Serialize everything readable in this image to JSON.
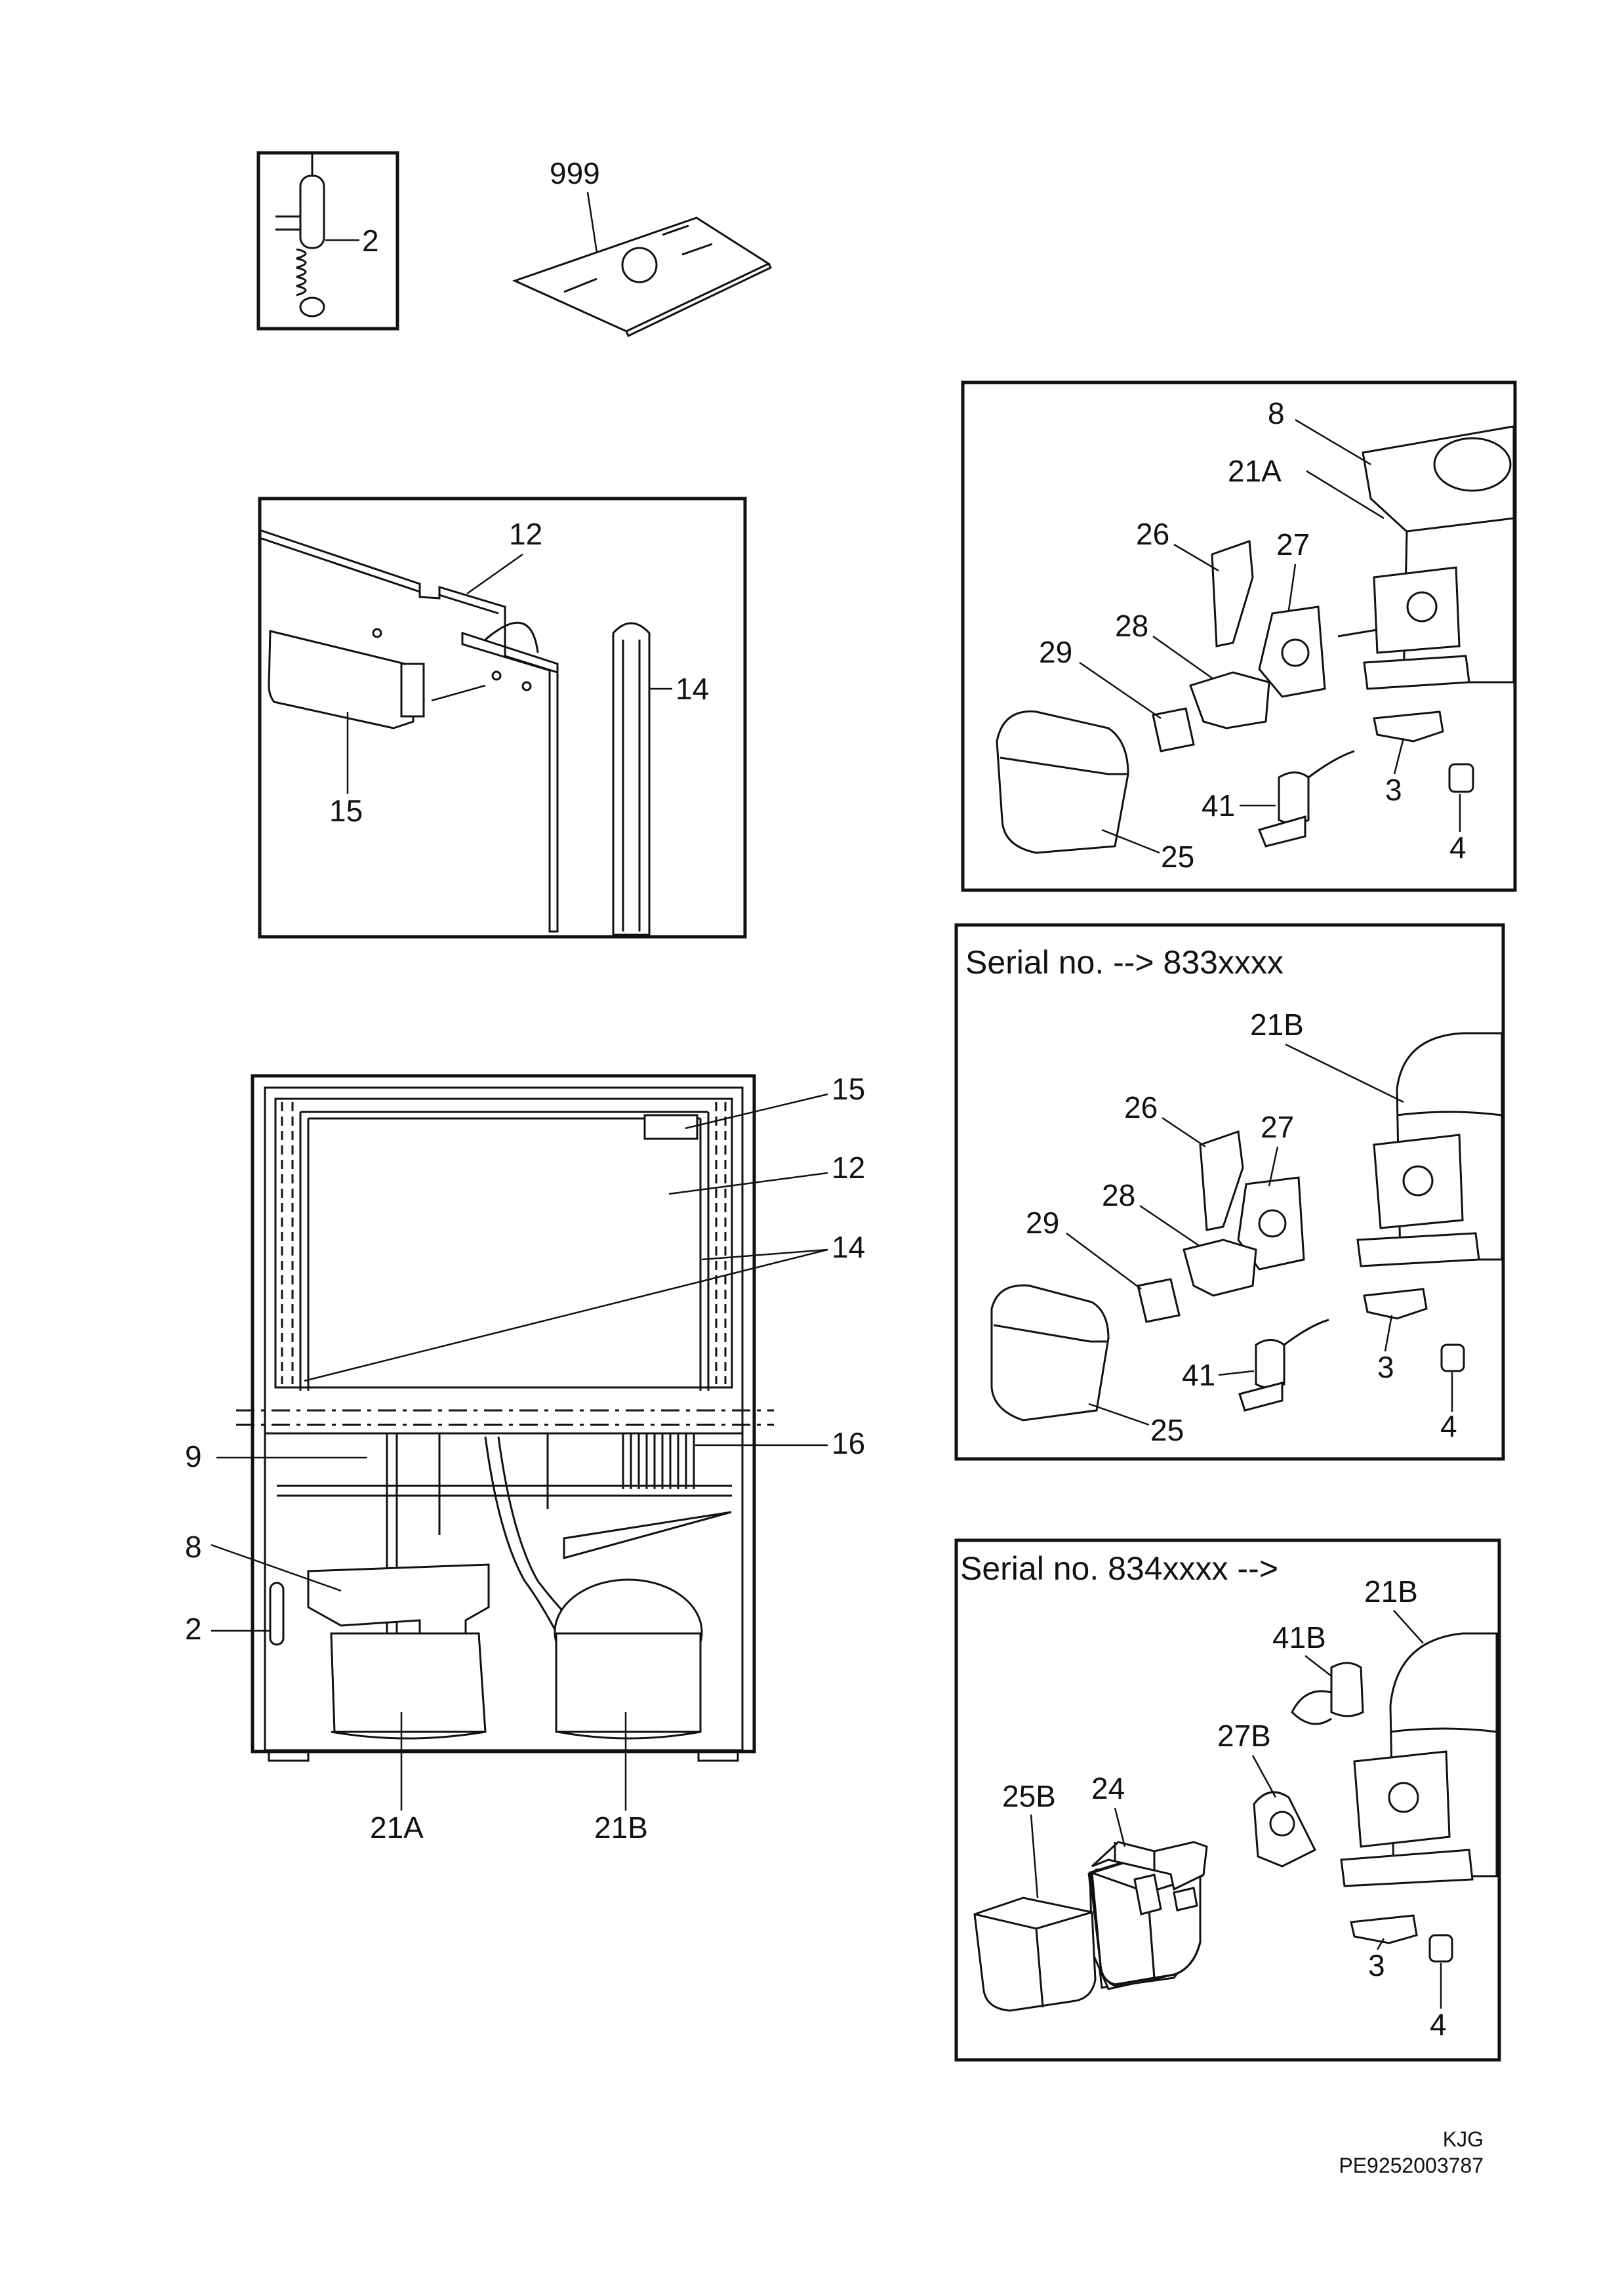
{
  "labels": {
    "p1_2": "2",
    "p2_999": "999",
    "p3_12": "12",
    "p3_14": "14",
    "p3_15": "15",
    "p4_15": "15",
    "p4_12": "12",
    "p4_14": "14",
    "p4_16": "16",
    "p4_9": "9",
    "p4_8": "8",
    "p4_2": "2",
    "p4_21A": "21A",
    "p4_21B": "21B",
    "p5_8": "8",
    "p5_21A": "21A",
    "p5_26": "26",
    "p5_27": "27",
    "p5_28": "28",
    "p5_29": "29",
    "p5_41": "41",
    "p5_3": "3",
    "p5_4": "4",
    "p5_25": "25",
    "p6_21B": "21B",
    "p6_26": "26",
    "p6_27": "27",
    "p6_28": "28",
    "p6_29": "29",
    "p6_41": "41",
    "p6_3": "3",
    "p6_4": "4",
    "p6_25": "25",
    "p7_21B": "21B",
    "p7_41B": "41B",
    "p7_27B": "27B",
    "p7_25B": "25B",
    "p7_24": "24",
    "p7_3": "3",
    "p7_4": "4"
  },
  "panel_titles": {
    "serial_833": "Serial no.  --> 833xxxx",
    "serial_834": "Serial no. 834xxxx -->"
  },
  "footer": {
    "code": "KJG",
    "doc_number": "PE9252003787"
  }
}
